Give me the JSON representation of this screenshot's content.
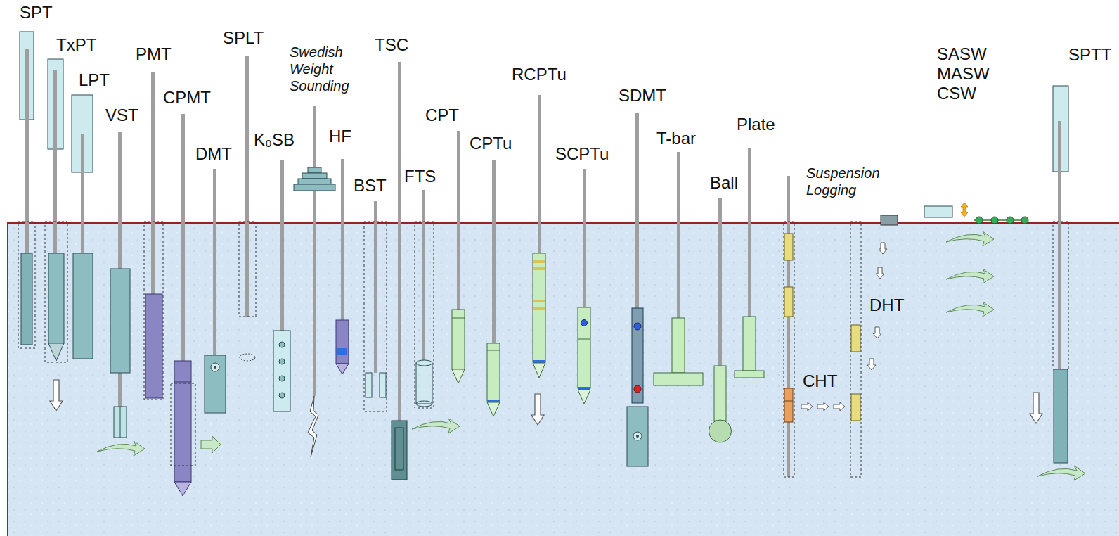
{
  "diagram": {
    "labels": [
      "SPT",
      "TxPT",
      "LPT",
      "VST",
      "PMT",
      "CPMT",
      "SPLT",
      "Swedish Weight Sounding",
      "DMT",
      "K₀SB",
      "HF",
      "TSC",
      "BST",
      "FTS",
      "CPT",
      "CPTu",
      "RCPTu",
      "SCPTu",
      "SDMT",
      "T-bar",
      "Ball",
      "Plate",
      "Suspension Logging",
      "DHT",
      "CHT",
      "SASW MASW CSW",
      "SPTT"
    ]
  }
}
